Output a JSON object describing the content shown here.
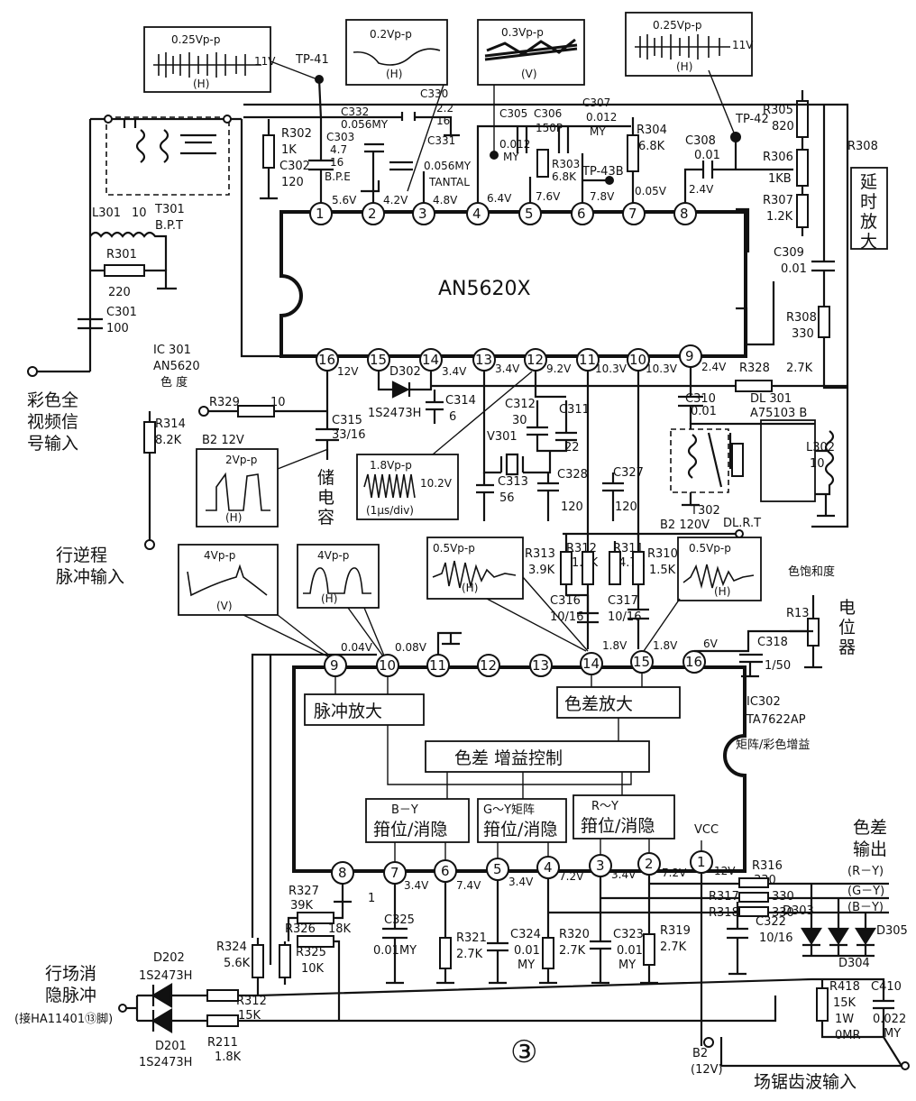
{
  "ic301": {
    "name": "AN5620X",
    "ref_lines": [
      "IC 301",
      "AN5620",
      "色 度"
    ],
    "pins_top": [
      {
        "n": "1",
        "v": "5.6V"
      },
      {
        "n": "2",
        "v": "4.2V"
      },
      {
        "n": "3",
        "v": "4.8V"
      },
      {
        "n": "4",
        "v": "6.4V"
      },
      {
        "n": "5",
        "v": "7.6V"
      },
      {
        "n": "6",
        "v": "7.8V"
      },
      {
        "n": "7",
        "v": "0.05V"
      },
      {
        "n": "8",
        "v": "2.4V"
      }
    ],
    "pins_bottom": [
      {
        "n": "16",
        "v": "12V"
      },
      {
        "n": "15",
        "v": ""
      },
      {
        "n": "14",
        "v": "3.4V"
      },
      {
        "n": "13",
        "v": "3.4V"
      },
      {
        "n": "12",
        "v": "9.2V"
      },
      {
        "n": "11",
        "v": "10.3V"
      },
      {
        "n": "10",
        "v": "10.3V"
      },
      {
        "n": "9",
        "v": "2.4V"
      }
    ]
  },
  "ic302": {
    "ref": "IC302",
    "part": "TA7622AP",
    "desc": "矩阵/彩色增益",
    "pins_top": [
      {
        "n": "9",
        "v": "0.04V"
      },
      {
        "n": "10",
        "v": "0.08V"
      },
      {
        "n": "11",
        "v": ""
      },
      {
        "n": "12",
        "v": ""
      },
      {
        "n": "13",
        "v": ""
      },
      {
        "n": "14",
        "v": "1.8V"
      },
      {
        "n": "15",
        "v": "1.8V"
      },
      {
        "n": "16",
        "v": "6V"
      }
    ],
    "pins_bottom": [
      {
        "n": "8",
        "v": ""
      },
      {
        "n": "7",
        "v": "3.4V"
      },
      {
        "n": "6",
        "v": "7.4V"
      },
      {
        "n": "5",
        "v": "3.4V"
      },
      {
        "n": "4",
        "v": "7.2V"
      },
      {
        "n": "3",
        "v": "3.4V"
      },
      {
        "n": "2",
        "v": "7.2V"
      },
      {
        "n": "1",
        "v": "12V"
      }
    ],
    "blocks": {
      "pulse_amp": "脉冲放大",
      "diff_amp": "色差放大",
      "gain_ctrl": "色差  增益控制",
      "by_1": "B－Y",
      "by_2": "箝位/消隐",
      "gy_1": "G～Y矩阵",
      "gy_2": "箝位/消隐",
      "ry_1": "R～Y",
      "ry_2": "箝位/消隐",
      "vcc": "VCC"
    }
  },
  "waveforms": {
    "w1_amp": "0.25Vp-p",
    "w1_volt": "11V",
    "w1_mode": "(H)",
    "w2_amp": "0.2Vp-p",
    "w2_mode": "(H)",
    "w3_amp": "0.3Vp-p",
    "w3_mode": "(V)",
    "w4_amp": "0.25Vp-p",
    "w4_volt": "11V",
    "w4_mode": "(H)",
    "w5_amp": "2Vp-p",
    "w5_mode": "(H)",
    "w6_amp": "1.8Vp-p",
    "w6_volt": "10.2V",
    "w6_mode": "(1μs/div)",
    "w7_amp": "4Vp-p",
    "w7_mode": "(V)",
    "w8_amp": "4Vp-p",
    "w8_mode": "(H)",
    "w9_amp": "0.5Vp-p",
    "w9_mode": "(H)",
    "w10_amp": "0.5Vp-p",
    "w10_mode": "(H)"
  },
  "test_points": {
    "tp41": "TP-41",
    "tp42": "TP-42",
    "tp43b": "TP-43B"
  },
  "components": {
    "c330": "C330",
    "c330_v": "2.2",
    "c330_v2": "16",
    "c332": "C332",
    "c332_v": "0.056MY",
    "c303": "C303",
    "c303_v": "4.7",
    "c303_v2": "16",
    "c303_v3": "B.P.E",
    "c331": "C331",
    "c331_v": "0.056MY",
    "tantal": "TANTAL",
    "c305": "C305",
    "c305_v": "0.012",
    "c305_v2": "MY",
    "c306": "C306",
    "c306_v": "150P",
    "c307": "C307",
    "c307_v": "0.012",
    "c307_v2": "MY",
    "r302": "R302",
    "r302_v": "1K",
    "c302": "C302",
    "c302_v": "120",
    "r303": "R303",
    "r303_v": "6.8K",
    "r304": "R304",
    "r304_v": "6.8K",
    "c308": "C308",
    "c308_v": "0.01",
    "r305": "R305",
    "r305_v": "820",
    "r306": "R306",
    "r306_v": "1KB",
    "r307": "R307",
    "r307_v": "1.2K",
    "r308": "R308",
    "c309": "C309",
    "c309_v": "0.01",
    "r308b": "R308",
    "r308b_v": "330",
    "l301": "L301",
    "l301_v": "10",
    "t301": "T301",
    "t301_v": "B.P.T",
    "r301": "R301",
    "r301_v": "220",
    "c301": "C301",
    "c301_v": "100",
    "d302": "D302",
    "d302_v": "1S2473H",
    "c314": "C314",
    "c314_v": "6",
    "r329": "R329",
    "r329_v": "10",
    "c315": "C315",
    "c315_v": "33/16",
    "r314": "R314",
    "r314_v": "8.2K",
    "b2_12v": "B2 12V",
    "c312": "C312",
    "c312_v": "30",
    "c311": "C311",
    "c311_v": "22",
    "v301": "V301",
    "c313": "C313",
    "c313_v": "56",
    "c328": "C328",
    "c328_v": "120",
    "c327": "C327",
    "c327_v": "120",
    "r328": "R328",
    "r328_v": "2.7K",
    "dl301": "DL 301",
    "dl301_v": "A75103 B",
    "c310": "C310",
    "c310_v": "0.01",
    "l302": "L302",
    "l302_v": "10",
    "t302": "T302",
    "t302_v": "DL.R.T",
    "b2_120v": "B2 120V",
    "r313": "R313",
    "r313_v": "3.9K",
    "r312": "R312",
    "r312_v": "1.8K",
    "r311": "R311",
    "r311_v": "4.7K",
    "r310": "R310",
    "r310_v": "1.5K",
    "c316": "C316",
    "c316_v": "10/16",
    "c317": "C317",
    "c317_v": "10/16",
    "r13": "R13",
    "c318": "C318",
    "c318_v": "1/50",
    "r316": "R316",
    "r316_v": "330",
    "r317": "R317",
    "r317_v": "330",
    "r318": "R318",
    "r318_v": "330",
    "r327": "R327",
    "r327_v": "39K",
    "r326": "R326",
    "r326_v": "18K",
    "r324": "R324",
    "r324_v": "5.6K",
    "r325": "R325",
    "r325_v": "10K",
    "c325": "C325",
    "c325_v": "0.01MY",
    "r321": "R321",
    "r321_v": "2.7K",
    "c324": "C324",
    "c324_v": "0.01",
    "c324_v2": "MY",
    "r320": "R320",
    "r320_v": "2.7K",
    "c323": "C323",
    "c323_v": "0.01",
    "c323_v2": "MY",
    "r319": "R319",
    "r319_v": "2.7K",
    "c322": "C322",
    "c322_v": "10/16",
    "d303": "D303",
    "d304": "D304",
    "d305": "D305",
    "d202": "D202",
    "d202_v": "1S2473H",
    "d201": "D201",
    "d201_v": "1S2473H",
    "r312b": "R312",
    "r312b_v": "15K",
    "r211": "R211",
    "r211_v": "1.8K",
    "r418": "R418",
    "r418_v": "15K",
    "r418_v2": "1W",
    "r418_v3": "0MR",
    "c410": "C410",
    "c410_v": "0.022",
    "c410_v2": "MY",
    "b2_12v_bot": "B2",
    "b2_12v_bot2": "(12V)",
    "one": "1"
  },
  "labels": {
    "input_video": [
      "彩色全",
      "视频信",
      "号输入"
    ],
    "input_hflyback": [
      "行逆程",
      "脉冲输入"
    ],
    "sat_ctrl": [
      "色饱和度",
      "电",
      "位",
      "器"
    ],
    "diff_out": [
      "色差",
      "输出"
    ],
    "ry": "(R－Y)",
    "gy": "(G－Y)",
    "by": "(B－Y)",
    "blanking": [
      "行场消",
      "隐脉冲",
      "(接HA11401⑬脚)"
    ],
    "saw_in": "场锯齿波输入",
    "delay_amp": [
      "延",
      "时",
      "放",
      "大"
    ],
    "storage_cap": [
      "储",
      "电",
      "容"
    ],
    "fig_num": "③"
  }
}
